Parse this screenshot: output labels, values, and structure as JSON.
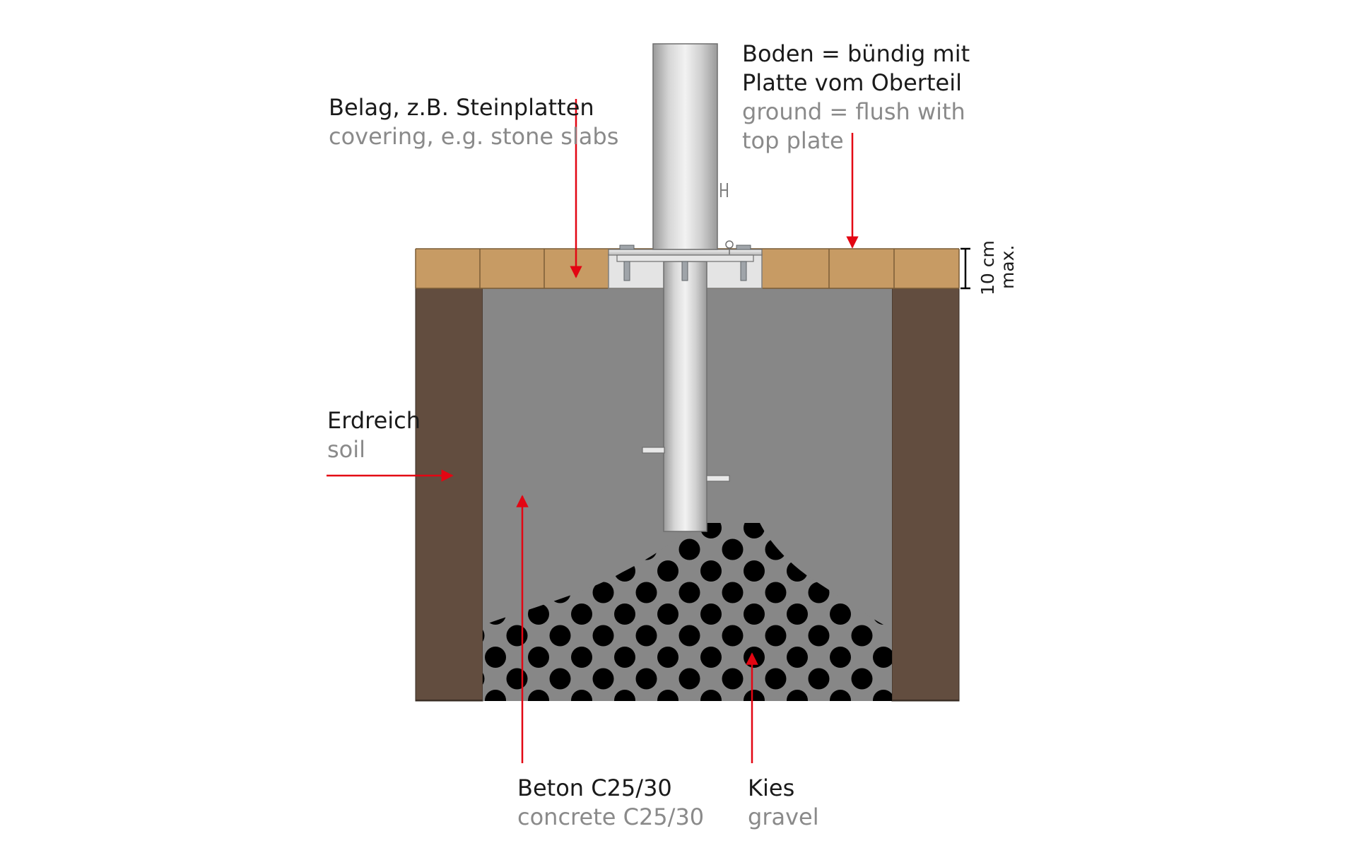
{
  "labels": {
    "belag": {
      "de": "Belag, z.B. Steinplatten",
      "en": "covering, e.g. stone slabs"
    },
    "boden": {
      "de_line1": "Boden = bündig mit",
      "de_line2": "Platte vom Oberteil",
      "en_line1": "ground = flush with",
      "en_line2": "top plate"
    },
    "erdreich": {
      "de": "Erdreich",
      "en": "soil"
    },
    "beton": {
      "de": "Beton C25/30",
      "en": "concrete C25/30"
    },
    "kies": {
      "de": "Kies",
      "en": "gravel"
    },
    "dimension": {
      "value": "10 cm",
      "qualifier": "max."
    }
  },
  "colors": {
    "pavers": "#c79b64",
    "paver_joint": "#7a5c36",
    "soil": "#624d3f",
    "concrete": "#878787",
    "gravel_dot": "#000000",
    "arrow": "#e30613",
    "steel_light": "#e6e6e6",
    "steel_mid": "#bcbcbc",
    "steel_dark": "#8f8f8f"
  }
}
